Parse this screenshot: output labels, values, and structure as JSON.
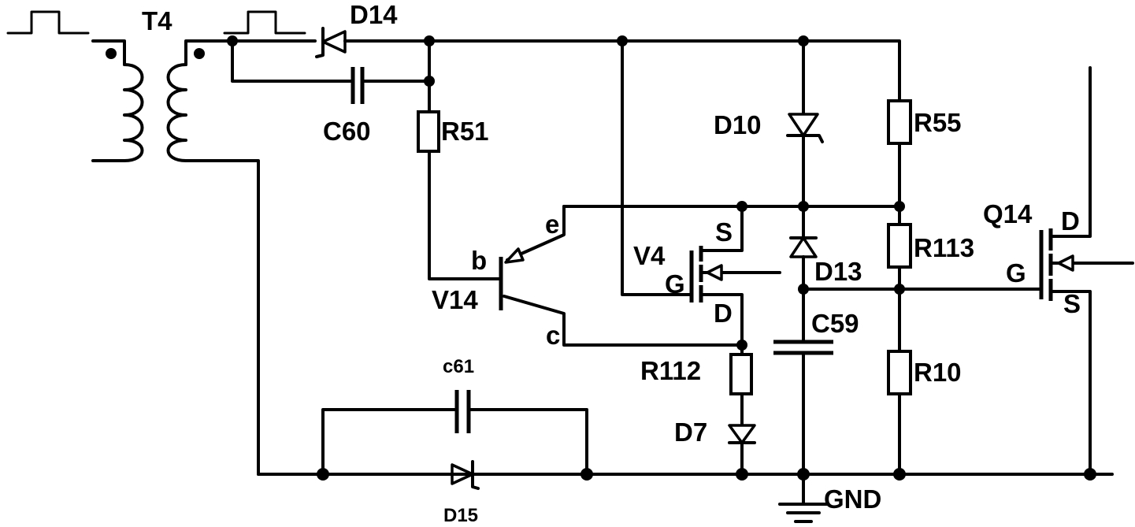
{
  "labels": {
    "t4": "T4",
    "d14": "D14",
    "c60": "C60",
    "r51": "R51",
    "d10": "D10",
    "r55": "R55",
    "q14": "Q14",
    "q14_d": "D",
    "q14_g": "G",
    "q14_s": "S",
    "r113": "R113",
    "d13": "D13",
    "v4": "V4",
    "v4_s": "S",
    "v4_g": "G",
    "v4_d": "D",
    "v14": "V14",
    "v14_e": "e",
    "v14_b": "b",
    "v14_c": "c",
    "c59": "C59",
    "r112": "R112",
    "r10": "R10",
    "d7": "D7",
    "c61": "c61",
    "d15": "D15",
    "gnd": "GND"
  }
}
